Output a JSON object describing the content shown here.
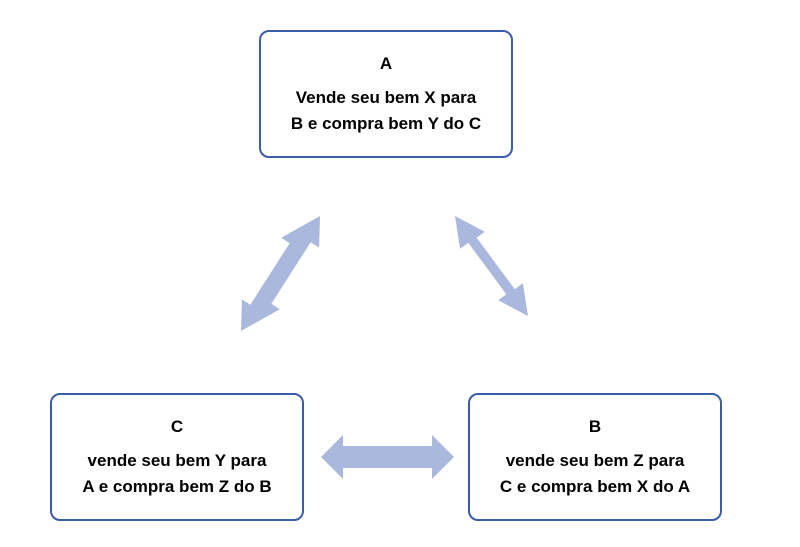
{
  "nodes": {
    "a": {
      "title": "A",
      "line1": "Vende seu bem X para",
      "line2": "B e compra bem Y do C"
    },
    "b": {
      "title": "B",
      "line1": "vende seu bem Z para",
      "line2": "C e compra bem X do A"
    },
    "c": {
      "title": "C",
      "line1": "vende seu bem Y para",
      "line2": "A e compra bem Z do B"
    }
  },
  "colors": {
    "box_border": "#3b5ca8",
    "arrow_fill": "#a9b8dc"
  }
}
